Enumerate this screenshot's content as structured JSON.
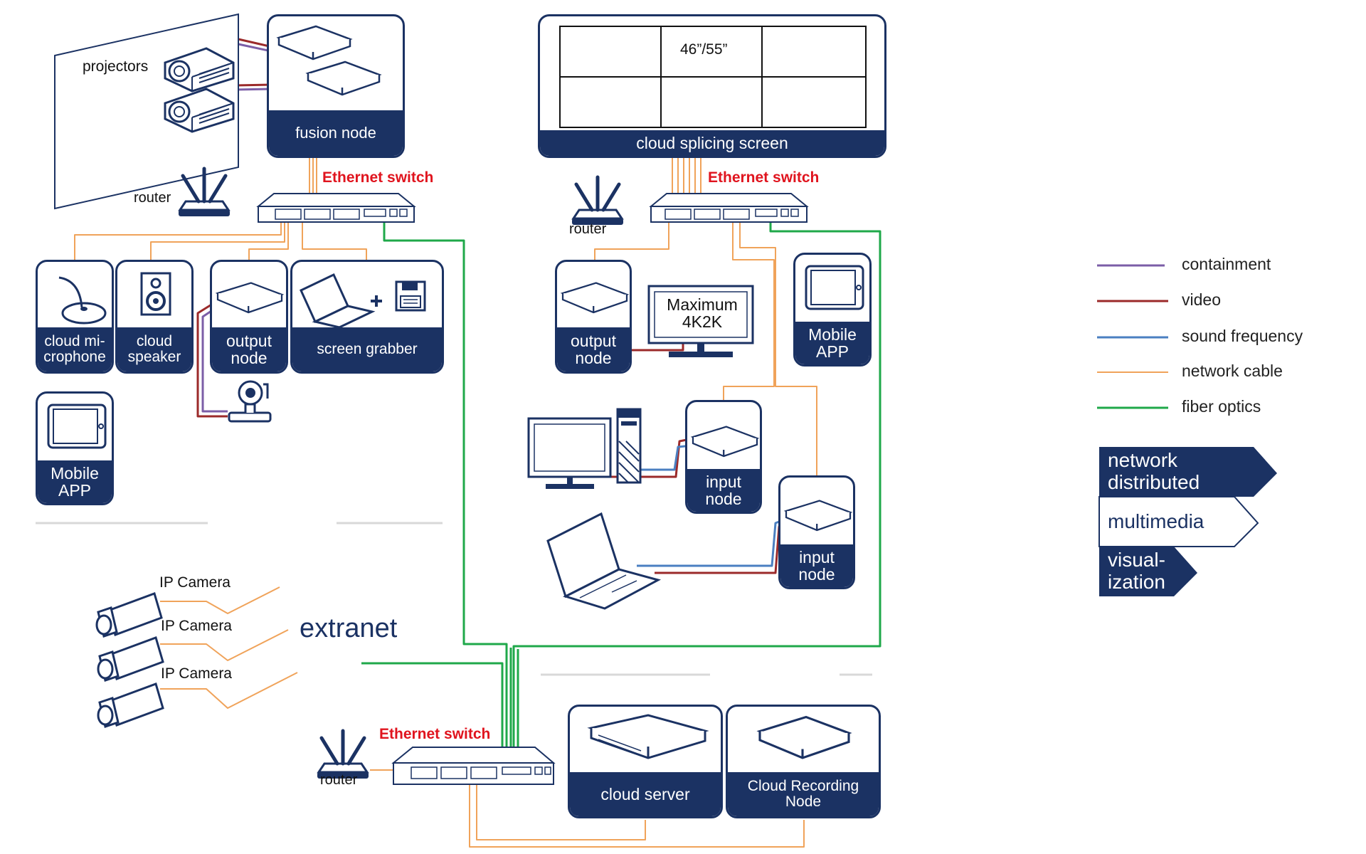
{
  "labels": {
    "projectors": "projectors",
    "router_1": "router",
    "router_2": "router",
    "router_3": "router",
    "switch_1": "Ethernet switch",
    "switch_2": "Ethernet switch",
    "switch_3": "Ethernet switch",
    "ip_camera_1": "IP Camera",
    "ip_camera_2": "IP Camera",
    "ip_camera_3": "IP Camera",
    "extranet": "extranet",
    "screen_size": "46”/55”",
    "monitor_line1": "Maximum",
    "monitor_line2": "4K2K"
  },
  "cards": {
    "fusion_node": "fusion node",
    "cloud_splicing_screen": "cloud splicing screen",
    "cloud_microphone_1": "cloud mi-",
    "cloud_microphone_2": "crophone",
    "cloud_speaker_1": "cloud",
    "cloud_speaker_2": "speaker",
    "output_node_left_1": "output",
    "output_node_left_2": "node",
    "screen_grabber": "screen grabber",
    "mobile_app_left_1": "Mobile",
    "mobile_app_left_2": "APP",
    "output_node_right_1": "output",
    "output_node_right_2": "node",
    "mobile_app_right_1": "Mobile",
    "mobile_app_right_2": "APP",
    "input_node_1_1": "input",
    "input_node_1_2": "node",
    "input_node_2_1": "input",
    "input_node_2_2": "node",
    "cloud_server": "cloud server",
    "cloud_recording_1": "Cloud Recording",
    "cloud_recording_2": "Node"
  },
  "legend": {
    "items": [
      {
        "label": "containment",
        "color": "#7b5ea7"
      },
      {
        "label": "video",
        "color": "#9b2a2a"
      },
      {
        "label": "sound frequency",
        "color": "#4a7fc1"
      },
      {
        "label": "network cable",
        "color": "#f0a35a"
      },
      {
        "label": "fiber optics",
        "color": "#1fa84a"
      }
    ]
  },
  "banners": {
    "network_1": "network",
    "network_2": "distributed",
    "multimedia": "multimedia",
    "visual_1": "visual-",
    "visual_2": "ization"
  },
  "colors": {
    "navy": "#1b3263",
    "red_label": "#e0141e",
    "containment": "#7b5ea7",
    "video": "#9b2a2a",
    "sound": "#4a7fc1",
    "network": "#f0a35a",
    "fiber": "#1fa84a"
  }
}
